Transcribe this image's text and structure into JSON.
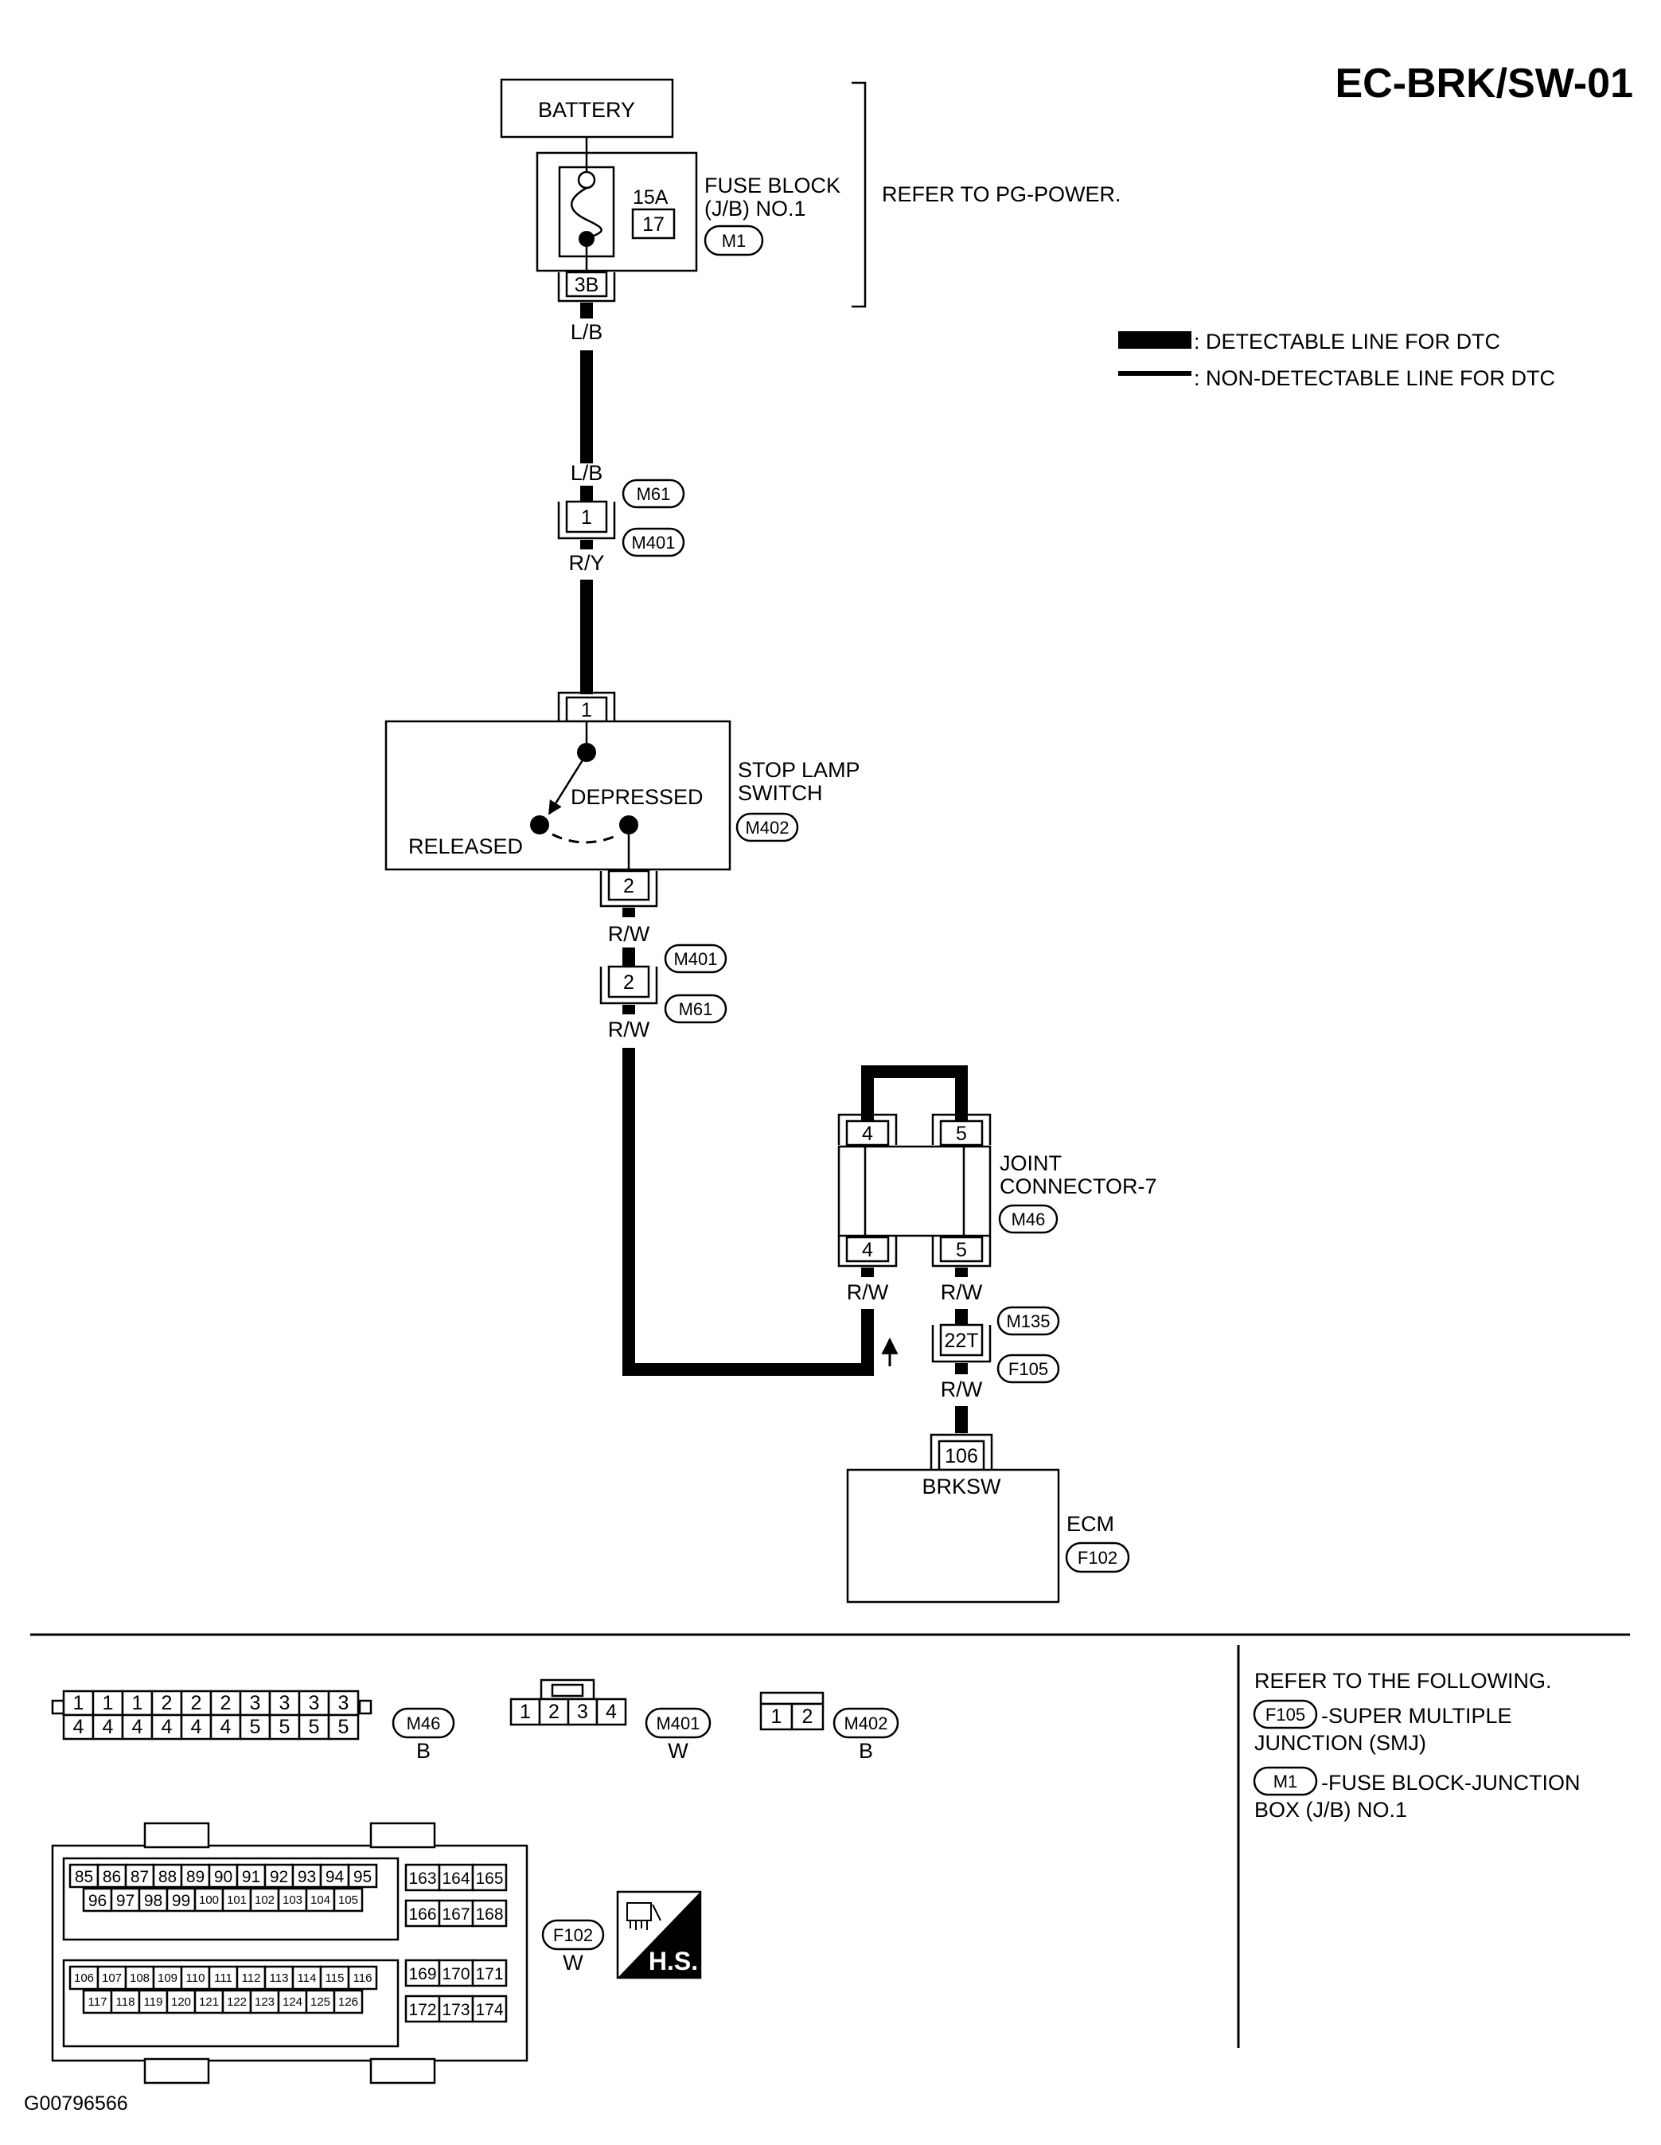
{
  "diagram_id": "EC-BRK/SW-01",
  "battery": "BATTERY",
  "fuse_block": {
    "name_line1": "FUSE BLOCK",
    "name_line2": "(J/B) NO.1",
    "connector": "M1",
    "amps": "15A",
    "number": "17",
    "terminal": "3B"
  },
  "refer_pg": "REFER TO PG-POWER.",
  "legend": {
    "detectable": ": DETECTABLE LINE FOR DTC",
    "non_detectable": ": NON-DETECTABLE LINE FOR DTC"
  },
  "wires": {
    "fuse_out": "L/B",
    "m61_in": "L/B",
    "m401_out": "R/Y",
    "sw_out": "R/W",
    "m61_out": "R/W",
    "jc_out_left": "R/W",
    "jc_out_right": "R/W",
    "f105_out": "R/W"
  },
  "harness_upper": {
    "pin": "1",
    "conn_a": "M61",
    "conn_b": "M401"
  },
  "stop_lamp_switch": {
    "name_line1": "STOP LAMP",
    "name_line2": "SWITCH",
    "connector": "M402",
    "pin_in": "1",
    "pin_out": "2",
    "depressed": "DEPRESSED",
    "released": "RELEASED"
  },
  "harness_lower": {
    "pin": "2",
    "conn_a": "M401",
    "conn_b": "M61"
  },
  "joint_connector": {
    "name_line1": "JOINT",
    "name_line2": "CONNECTOR-7",
    "connector": "M46",
    "pins_top": [
      "4",
      "5"
    ],
    "pins_bottom": [
      "4",
      "5"
    ]
  },
  "smj": {
    "pin": "22T",
    "conn_a": "M135",
    "conn_b": "F105"
  },
  "ecm": {
    "name": "ECM",
    "connector": "F102",
    "pin": "106",
    "terminal_name": "BRKSW"
  },
  "connector_views": {
    "m46": {
      "id": "M46",
      "color": "B",
      "top": [
        "1",
        "1",
        "1",
        "2",
        "2",
        "2",
        "3",
        "3",
        "3",
        "3"
      ],
      "bottom": [
        "4",
        "4",
        "4",
        "4",
        "4",
        "4",
        "5",
        "5",
        "5",
        "5"
      ]
    },
    "m401": {
      "id": "M401",
      "color": "W",
      "pins": [
        "1",
        "2",
        "3",
        "4"
      ]
    },
    "m402": {
      "id": "M402",
      "color": "B",
      "pins": [
        "1",
        "2"
      ]
    },
    "f102": {
      "id": "F102",
      "color": "W",
      "row1": [
        "85",
        "86",
        "87",
        "88",
        "89",
        "90",
        "91",
        "92",
        "93",
        "94",
        "95"
      ],
      "row2": [
        "96",
        "97",
        "98",
        "99",
        "100",
        "101",
        "102",
        "103",
        "104",
        "105"
      ],
      "row3": [
        "106",
        "107",
        "108",
        "109",
        "110",
        "111",
        "112",
        "113",
        "114",
        "115",
        "116"
      ],
      "row4": [
        "117",
        "118",
        "119",
        "120",
        "121",
        "122",
        "123",
        "124",
        "125",
        "126"
      ],
      "right_rows": [
        [
          "163",
          "164",
          "165"
        ],
        [
          "166",
          "167",
          "168"
        ],
        [
          "169",
          "170",
          "171"
        ],
        [
          "172",
          "173",
          "174"
        ]
      ]
    },
    "hs_badge": "H.S."
  },
  "refer_following": {
    "title": "REFER TO THE FOLLOWING.",
    "item1_code": "F105",
    "item1_line1": " -SUPER MULTIPLE",
    "item1_line2": "JUNCTION (SMJ)",
    "item2_code": "M1",
    "item2_line1": " -FUSE BLOCK-JUNCTION",
    "item2_line2": "BOX (J/B) NO.1"
  },
  "footer_code": "G00796566"
}
